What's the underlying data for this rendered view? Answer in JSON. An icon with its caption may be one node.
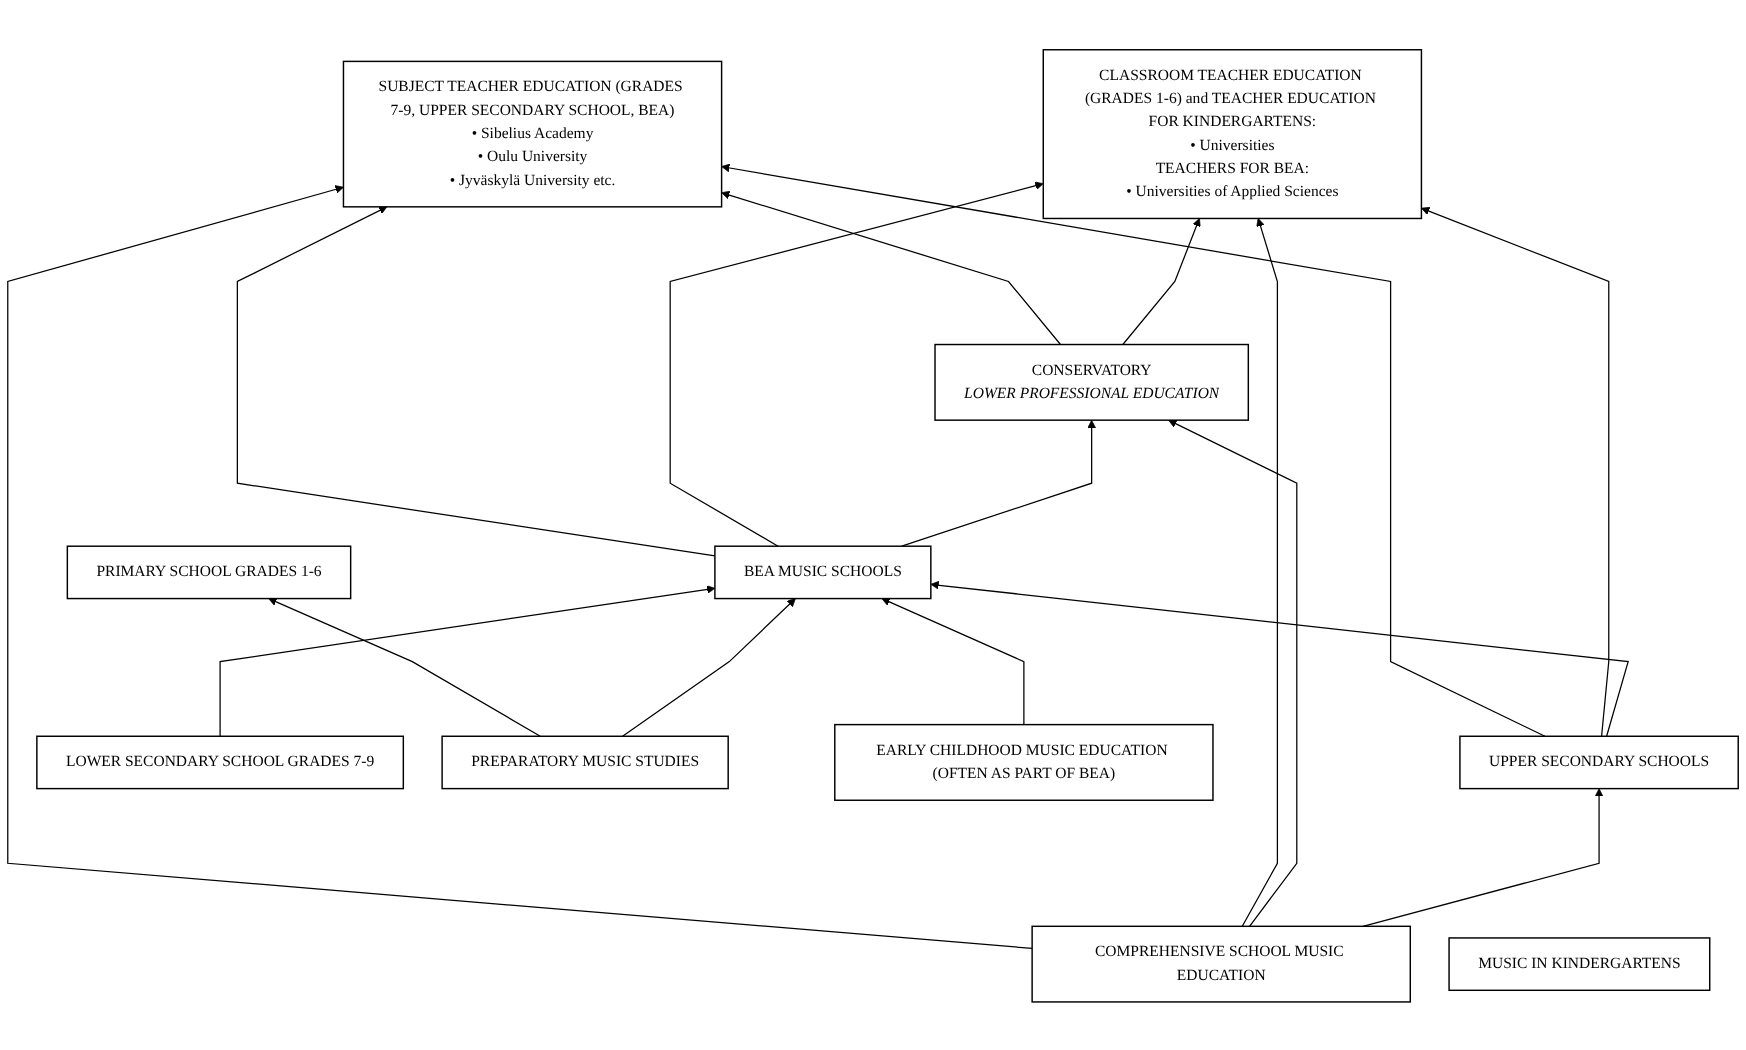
{
  "diagram": {
    "nodes": [
      {
        "text": [
          "SUBJECT TEACHER EDUCATION (GRADES 7-9, UPPER SECONDARY SCHOOL, BEA)",
          "• Sibelius Academy",
          "• Oulu University",
          "• Jyväskylä University etc."
        ]
      },
      {
        "text": [
          "CLASSROOM TEACHER EDUCATION (GRADES 1-6) and TEACHER EDUCATION FOR KINDERGARTENS:",
          "• Universities",
          "TEACHERS FOR BEA:",
          "• Universities of Applied Sciences"
        ]
      },
      {
        "text": [
          "BEA MUSIC SCHOOLS"
        ]
      },
      {
        "text": [
          "CONSERVATORY",
          "LOWER PROFESSIONAL EDUCATION"
        ]
      },
      {
        "text": [
          "UPPER SECONDARY SCHOOLS"
        ]
      },
      {
        "text": [
          "COMPREHENSIVE SCHOOL MUSIC EDUCATION"
        ]
      },
      {
        "text": [
          "LOWER SECONDARY SCHOOL GRADES 7-9"
        ]
      },
      {
        "text": [
          "PRIMARY SCHOOL GRADES 1-6"
        ]
      },
      {
        "text": [
          "PREPARATORY MUSIC STUDIES"
        ]
      },
      {
        "text": [
          "MUSIC IN KINDERGARTENS"
        ]
      },
      {
        "text": [
          "EARLY CHILDHOOD MUSIC EDUCATION (OFTEN AS PART OF BEA)"
        ]
      }
    ],
    "edges": [
      {
        "from": 2,
        "to": 0,
        "arrow": "to"
      },
      {
        "from": 2,
        "to": 1,
        "arrow": "to"
      },
      {
        "from": 5,
        "to": 0,
        "arrow": "to"
      },
      {
        "from": 3,
        "to": 0,
        "arrow": "to"
      },
      {
        "from": 4,
        "to": 0,
        "arrow": "to"
      },
      {
        "from": 3,
        "to": 1,
        "arrow": "to"
      },
      {
        "from": 4,
        "to": 1,
        "arrow": "to"
      },
      {
        "from": 5,
        "to": 1,
        "arrow": "to"
      },
      {
        "from": 2,
        "to": 3,
        "arrow": "to"
      },
      {
        "from": 5,
        "to": 3,
        "arrow": "to"
      },
      {
        "from": 4,
        "to": 2,
        "arrow": "to"
      },
      {
        "from": 5,
        "to": 4,
        "arrow": "to"
      },
      {
        "from": 6,
        "to": 2,
        "arrow": "to"
      },
      {
        "from": 8,
        "to": 7,
        "arrow": "to"
      },
      {
        "from": 8,
        "to": 2,
        "arrow": "to"
      },
      {
        "from": 10,
        "to": 2,
        "arrow": "to"
      }
    ]
  }
}
